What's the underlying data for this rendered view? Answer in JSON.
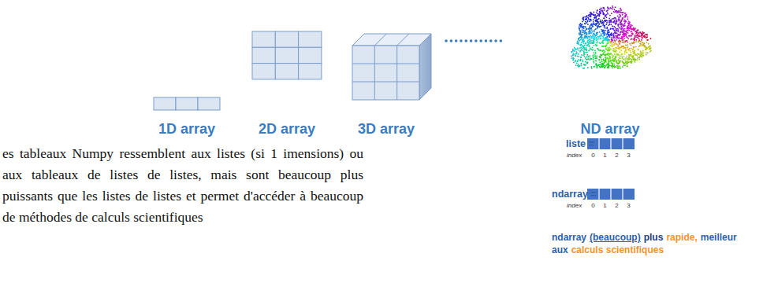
{
  "diagram": {
    "labels": [
      "1D array",
      "2D array",
      "3D array",
      "ND array",
      "es tableaux Numpy ressemblent aux listes (si 1 imensions) ou aux tableaux de listes de listes, mais sont beaucoup plus puissants que les listes de listes et permet d'accéder à beaucoup de méthodes de calculs scientifiques",
      "liste =",
      "index",
      "0",
      "1",
      "2",
      "3",
      "ndarray =",
      "index",
      "0",
      "1",
      "2",
      "3",
      "ndarray",
      "(beaucoup)",
      "plus",
      "rapide,",
      "meilleur aux",
      "calculs scientifiques"
    ]
  }
}
